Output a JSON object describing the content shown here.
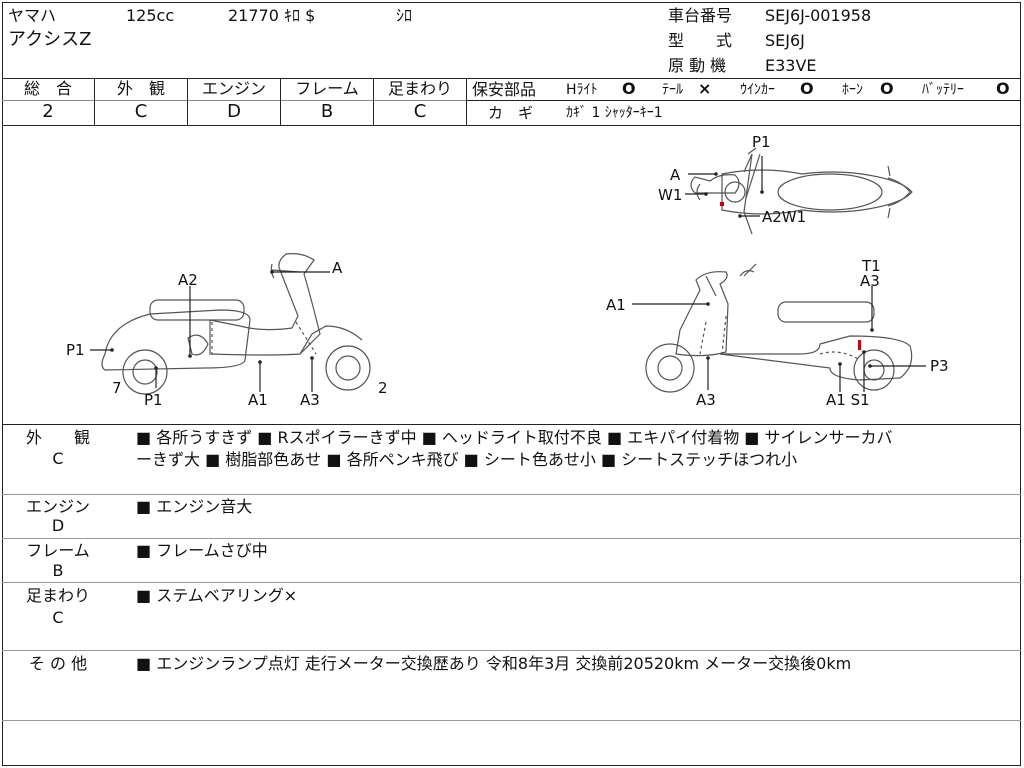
{
  "header": {
    "maker": "ヤマハ",
    "displacement": "125cc",
    "mileage": "21770 ｷﾛ $",
    "color": "ｼﾛ",
    "model_name": "アクシスZ",
    "frame_no_label": "車台番号",
    "frame_no_value": "SEJ6J-001958",
    "type_label": "型　　式",
    "type_value": "SEJ6J",
    "engine_label": "原 動 機",
    "engine_value": "E33VE"
  },
  "grades": [
    {
      "label": "総　合",
      "value": "2"
    },
    {
      "label": "外　観",
      "value": "C"
    },
    {
      "label": "エンジン",
      "value": "D"
    },
    {
      "label": "フレーム",
      "value": "B"
    },
    {
      "label": "足まわり",
      "value": "C"
    }
  ],
  "safety": {
    "label": "保安部品",
    "items": [
      {
        "name": "Hﾗｲﾄ",
        "mark": "O"
      },
      {
        "name": "ﾃｰﾙ",
        "mark": "×"
      },
      {
        "name": "ｳｲﾝｶｰ",
        "mark": "O"
      },
      {
        "name": "ﾎｰﾝ",
        "mark": "O"
      },
      {
        "name": "ﾊﾞｯﾃﾘｰ",
        "mark": "O"
      }
    ],
    "key_label": "カ　ギ",
    "key_value": "ｶｷﾞ 1 ｼｬｯﾀｰｷｰ1"
  },
  "diagram_labels": {
    "top": {
      "p1": "P1",
      "a": "A",
      "w1": "W1",
      "a2w1": "A2W1"
    },
    "left": {
      "a": "A",
      "a2": "A2",
      "p1_front": "P1",
      "seven": "7",
      "p1_bottom": "P1",
      "a1": "A1",
      "a3": "A3",
      "two": "2"
    },
    "right": {
      "t1": "T1",
      "a3_top": "A3",
      "a1": "A1",
      "p3": "P3",
      "a3_bottom": "A3",
      "a1s1": "A1 S1"
    }
  },
  "sections": [
    {
      "label": "外　　観",
      "grade": "C",
      "text_line1": "■ 各所うすきず ■ Rスポイラーきず中 ■ ヘッドライト取付不良 ■ エキパイ付着物 ■ サイレンサーカバ",
      "text_line2": "ーきず大 ■ 樹脂部色あせ ■ 各所ペンキ飛び ■ シート色あせ小 ■ シートステッチほつれ小"
    },
    {
      "label": "エンジン",
      "grade": "D",
      "text_line1": "■ エンジン音大",
      "text_line2": ""
    },
    {
      "label": "フレーム",
      "grade": "B",
      "text_line1": "■ フレームさび中",
      "text_line2": ""
    },
    {
      "label": "足まわり",
      "grade": "C",
      "text_line1": "■ ステムベアリング×",
      "text_line2": ""
    },
    {
      "label": "そ の 他",
      "grade": "",
      "text_line1": "■ エンジンランプ点灯 走行メーター交換歴あり 令和8年3月 交換前20520km メーター交換後0km",
      "text_line2": ""
    }
  ]
}
